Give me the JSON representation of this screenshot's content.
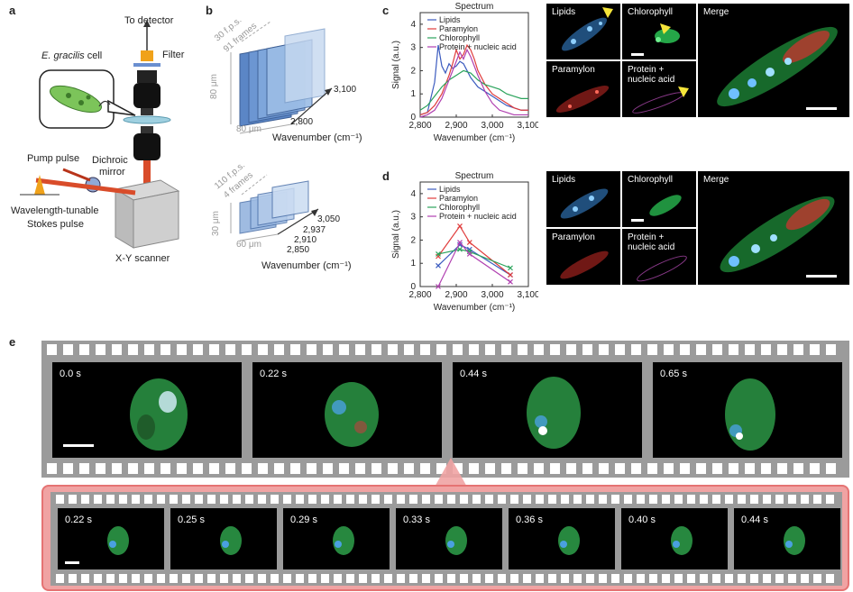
{
  "panels": {
    "a": "a",
    "b": "b",
    "c": "c",
    "d": "d",
    "e": "e"
  },
  "panel_a": {
    "to_detector": "To detector",
    "filter": "Filter",
    "cell_label": "E. gracilis",
    "cell_suffix": " cell",
    "pump": "Pump pulse",
    "dichroic": "Dichroic",
    "mirror": "mirror",
    "stokes_1": "Wavelength-tunable",
    "stokes_2": "Stokes pulse",
    "scanner": "X-Y scanner"
  },
  "panel_b": {
    "top": {
      "fps": "30 f.p.s.",
      "frames": "91 frames",
      "height": "80 μm",
      "width": "80 μm",
      "wn_high": "3,100",
      "wn_low": "2,800",
      "axis": "Wavenumber (cm⁻¹)"
    },
    "bottom": {
      "fps": "110 f.p.s.",
      "frames": "4 frames",
      "height": "30 μm",
      "width": "60 μm",
      "wn": [
        "3,050",
        "2,937",
        "2,910",
        "2,850"
      ],
      "axis": "Wavenumber (cm⁻¹)"
    }
  },
  "chart_data": [
    {
      "type": "line",
      "title": "Spectrum",
      "xlabel": "Wavenumber (cm⁻¹)",
      "ylabel": "Signal (a.u.)",
      "xlim": [
        2800,
        3100
      ],
      "ylim": [
        0,
        4.5
      ],
      "xticks": [
        "2,800",
        "2,900",
        "3,000",
        "3,100"
      ],
      "yticks": [
        "0",
        "1",
        "2",
        "3",
        "4"
      ],
      "legend": "top-right",
      "series": [
        {
          "name": "Lipids",
          "color": "#3b5bbf",
          "x": [
            2800,
            2820,
            2840,
            2850,
            2860,
            2870,
            2880,
            2890,
            2900,
            2910,
            2920,
            2930,
            2940,
            2950,
            2960,
            2980,
            3000,
            3020,
            3040,
            3060,
            3080,
            3100
          ],
          "y": [
            0.1,
            0.2,
            1.5,
            3.1,
            2.2,
            1.9,
            2.3,
            2.1,
            2.2,
            2.4,
            2.3,
            2.0,
            1.7,
            1.5,
            1.3,
            1.1,
            0.9,
            0.7,
            0.5,
            0.4,
            0.3,
            0.3
          ]
        },
        {
          "name": "Paramylon",
          "color": "#e03c3c",
          "x": [
            2800,
            2820,
            2840,
            2860,
            2880,
            2890,
            2900,
            2910,
            2920,
            2930,
            2940,
            2950,
            2960,
            2980,
            3000,
            3020,
            3040,
            3060,
            3080,
            3100
          ],
          "y": [
            0.1,
            0.2,
            0.5,
            1.0,
            1.8,
            2.3,
            2.9,
            2.5,
            2.7,
            3.1,
            2.9,
            2.5,
            2.0,
            1.4,
            1.0,
            0.8,
            0.6,
            0.4,
            0.3,
            0.3
          ]
        },
        {
          "name": "Chlorophyll",
          "color": "#2aa35b",
          "x": [
            2800,
            2820,
            2840,
            2860,
            2880,
            2900,
            2920,
            2940,
            2960,
            2980,
            3000,
            3020,
            3040,
            3060,
            3080,
            3100
          ],
          "y": [
            0.3,
            0.5,
            0.9,
            1.3,
            1.6,
            1.8,
            2.0,
            1.9,
            1.6,
            1.4,
            1.3,
            1.2,
            1.0,
            0.9,
            0.8,
            0.8
          ]
        },
        {
          "name": "Protein + nucleic acid",
          "color": "#b03fb0",
          "x": [
            2800,
            2820,
            2840,
            2860,
            2880,
            2900,
            2910,
            2920,
            2930,
            2940,
            2960,
            2980,
            3000,
            3020,
            3040,
            3060,
            3080,
            3100
          ],
          "y": [
            0.0,
            0.1,
            0.3,
            0.8,
            1.6,
            2.4,
            2.8,
            2.5,
            2.9,
            2.6,
            1.8,
            1.1,
            0.6,
            0.3,
            0.2,
            0.1,
            0.1,
            0.1
          ]
        }
      ]
    },
    {
      "type": "line",
      "title": "Spectrum",
      "xlabel": "Wavenumber (cm⁻¹)",
      "ylabel": "Signal (a.u.)",
      "xlim": [
        2800,
        3100
      ],
      "ylim": [
        0,
        4.5
      ],
      "xticks": [
        "2,800",
        "2,900",
        "3,000",
        "3,100"
      ],
      "yticks": [
        "0",
        "1",
        "2",
        "3",
        "4"
      ],
      "legend": "top-right",
      "series": [
        {
          "name": "Lipids",
          "color": "#3b5bbf",
          "x": [
            2850,
            2910,
            2937,
            3050
          ],
          "y": [
            0.9,
            1.8,
            1.6,
            0.5
          ]
        },
        {
          "name": "Paramylon",
          "color": "#e03c3c",
          "x": [
            2850,
            2910,
            2937,
            3050
          ],
          "y": [
            1.3,
            2.6,
            1.9,
            0.5
          ]
        },
        {
          "name": "Chlorophyll",
          "color": "#2aa35b",
          "x": [
            2850,
            2910,
            2937,
            3050
          ],
          "y": [
            1.4,
            1.6,
            1.5,
            0.8
          ]
        },
        {
          "name": "Protein + nucleic acid",
          "color": "#b03fb0",
          "x": [
            2850,
            2910,
            2937,
            3050
          ],
          "y": [
            0.0,
            1.9,
            1.4,
            0.2
          ]
        }
      ]
    }
  ],
  "micro_c": {
    "lipids": "Lipids",
    "chlorophyll": "Chlorophyll",
    "paramylon": "Paramylon",
    "protein": "Protein +\nnucleic acid",
    "merge": "Merge"
  },
  "micro_d": {
    "lipids": "Lipids",
    "chlorophyll": "Chlorophyll",
    "paramylon": "Paramylon",
    "protein": "Protein +\nnucleic acid",
    "merge": "Merge"
  },
  "film_top": [
    "0.0 s",
    "0.22 s",
    "0.44 s",
    "0.65 s"
  ],
  "film_bottom": [
    "0.22 s",
    "0.25 s",
    "0.29 s",
    "0.33 s",
    "0.36 s",
    "0.40 s",
    "0.44 s"
  ],
  "colors": {
    "film_gray": "#9b9b9b",
    "zoom_pink": "#f0a3a3",
    "zoom_border": "#e57373"
  }
}
